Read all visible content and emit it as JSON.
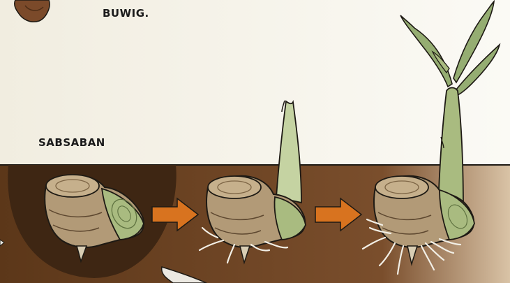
{
  "labels": {
    "top": "BUWIG.",
    "left": "SABSABAN"
  },
  "stages": [
    {
      "name": "corm-unsprouted"
    },
    {
      "name": "corm-sprouting"
    },
    {
      "name": "corm-seedling"
    }
  ],
  "colors": {
    "sky": "#f3efe4",
    "soil": "#6b4226",
    "soil_dark": "#3f2714",
    "corm": "#b29a77",
    "corm_shadow": "#8a7353",
    "shoot": "#a9bb80",
    "leaf": "#95ad72",
    "arrow": "#d8731f",
    "outline": "#1e1a14"
  }
}
